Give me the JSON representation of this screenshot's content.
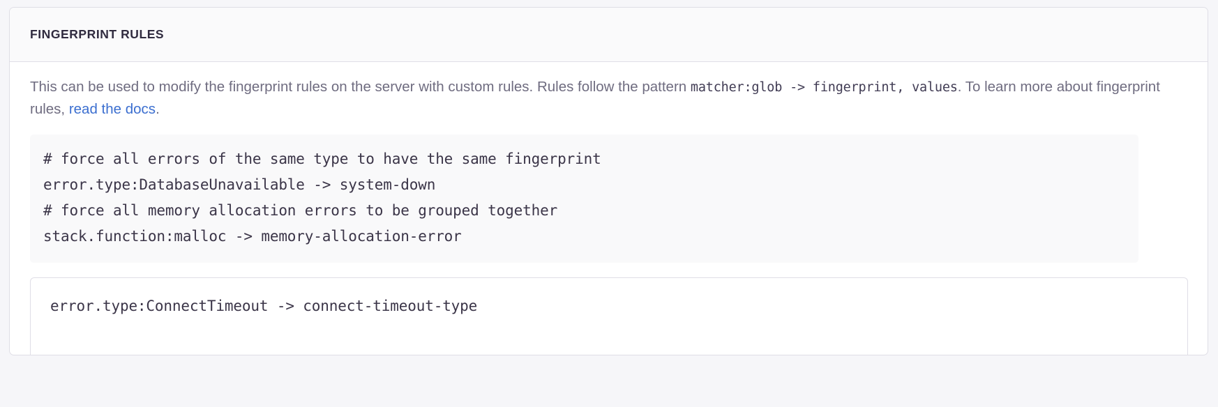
{
  "panel": {
    "header": {
      "title": "FINGERPRINT RULES"
    },
    "description": {
      "part1": "This can be used to modify the fingerprint rules on the server with custom rules. Rules follow the pattern ",
      "code1": "matcher:glob -> fingerprint, values",
      "part2": ". To learn more about fingerprint rules, ",
      "link_text": "read the docs",
      "part3": "."
    },
    "code_block": {
      "lines": [
        "# force all errors of the same type to have the same fingerprint",
        "error.type:DatabaseUnavailable -> system-down",
        "# force all memory allocation errors to be grouped together",
        "stack.function:malloc -> memory-allocation-error"
      ],
      "text": "# force all errors of the same type to have the same fingerprint\nerror.type:DatabaseUnavailable -> system-down\n# force all memory allocation errors to be grouped together\nstack.function:malloc -> memory-allocation-error"
    },
    "rules_input": {
      "value": "error.type:ConnectTimeout -> connect-timeout-type",
      "placeholder": ""
    }
  },
  "colors": {
    "page_background": "#f6f6f9",
    "panel_background": "#ffffff",
    "panel_border": "#dfdee6",
    "header_background": "#fafafb",
    "header_text": "#302b3f",
    "description_text": "#6f6c80",
    "code_text": "#3b3548",
    "code_block_background": "#f9f9fa",
    "link": "#3c6fd0"
  }
}
